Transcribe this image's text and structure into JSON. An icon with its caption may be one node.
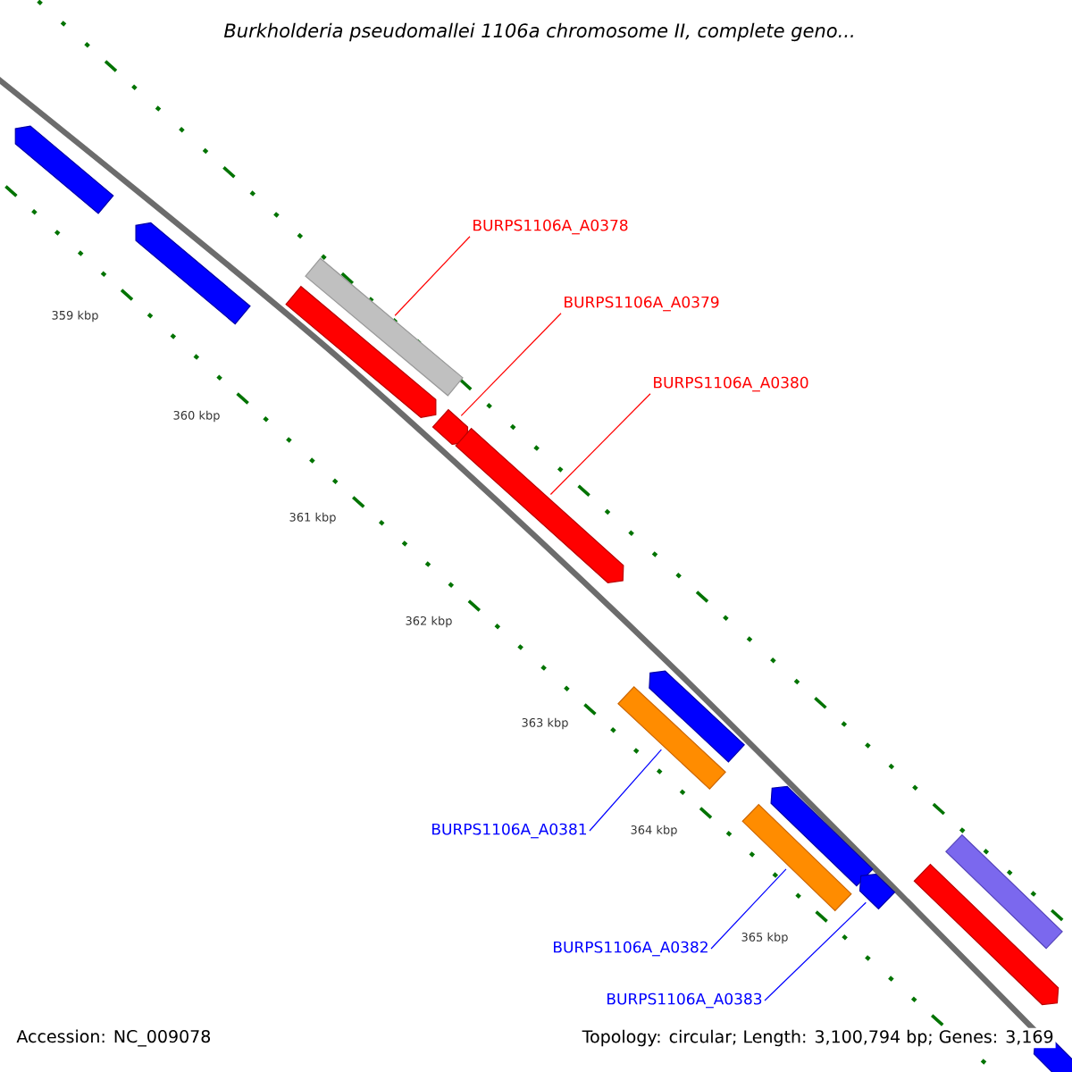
{
  "diagram": {
    "title": "*Burkholderia pseudomallei* *1106a chromosome II, complete geno...*",
    "nodes": [
      {
        "text": [],
        "shape": "arrow"
      },
      {
        "text": [],
        "shape": "arrow"
      },
      {
        "text": [],
        "shape": "bar"
      },
      {
        "text": [],
        "shape": "arrow"
      },
      {
        "text": [],
        "shape": "arrow"
      },
      {
        "text": [],
        "shape": "arrow"
      },
      {
        "text": [],
        "shape": "arrow"
      },
      {
        "text": [],
        "shape": "bar"
      },
      {
        "text": [],
        "shape": "arrow"
      },
      {
        "text": [],
        "shape": "arrow"
      },
      {
        "text": [],
        "shape": "bar"
      },
      {
        "text": [],
        "shape": "bar"
      },
      {
        "text": [],
        "shape": "arrow"
      },
      {
        "text": [],
        "shape": "arrow"
      },
      {
        "text": [
          "BURPS1106A_A0378"
        ]
      },
      {
        "text": [
          "BURPS1106A_A0379"
        ]
      },
      {
        "text": [
          "BURPS1106A_A0380"
        ]
      },
      {
        "text": [
          "BURPS1106A_A0381"
        ]
      },
      {
        "text": [
          "BURPS1106A_A0382"
        ]
      },
      {
        "text": [
          "BURPS1106A_A0383"
        ]
      }
    ],
    "edges": [
      {
        "from": 14,
        "to": 2,
        "arrow": "none",
        "color": "#ff0000"
      },
      {
        "from": 15,
        "to": 4,
        "arrow": "none",
        "color": "#ff0000"
      },
      {
        "from": 16,
        "to": 5,
        "arrow": "none",
        "color": "#ff0000"
      },
      {
        "from": 17,
        "to": 7,
        "arrow": "none",
        "color": "#0000ff"
      },
      {
        "from": 18,
        "to": 10,
        "arrow": "none",
        "color": "#0000ff"
      },
      {
        "from": 19,
        "to": 9,
        "arrow": "none",
        "color": "#0000ff"
      }
    ],
    "labels": [
      "359 kbp",
      "360 kbp",
      "361 kbp",
      "362 kbp",
      "363 kbp",
      "364 kbp",
      "365 kbp",
      "Accession: NC_009078",
      "Topology: circular; Length: 3,100,794 bp; Genes: 3,169"
    ]
  }
}
